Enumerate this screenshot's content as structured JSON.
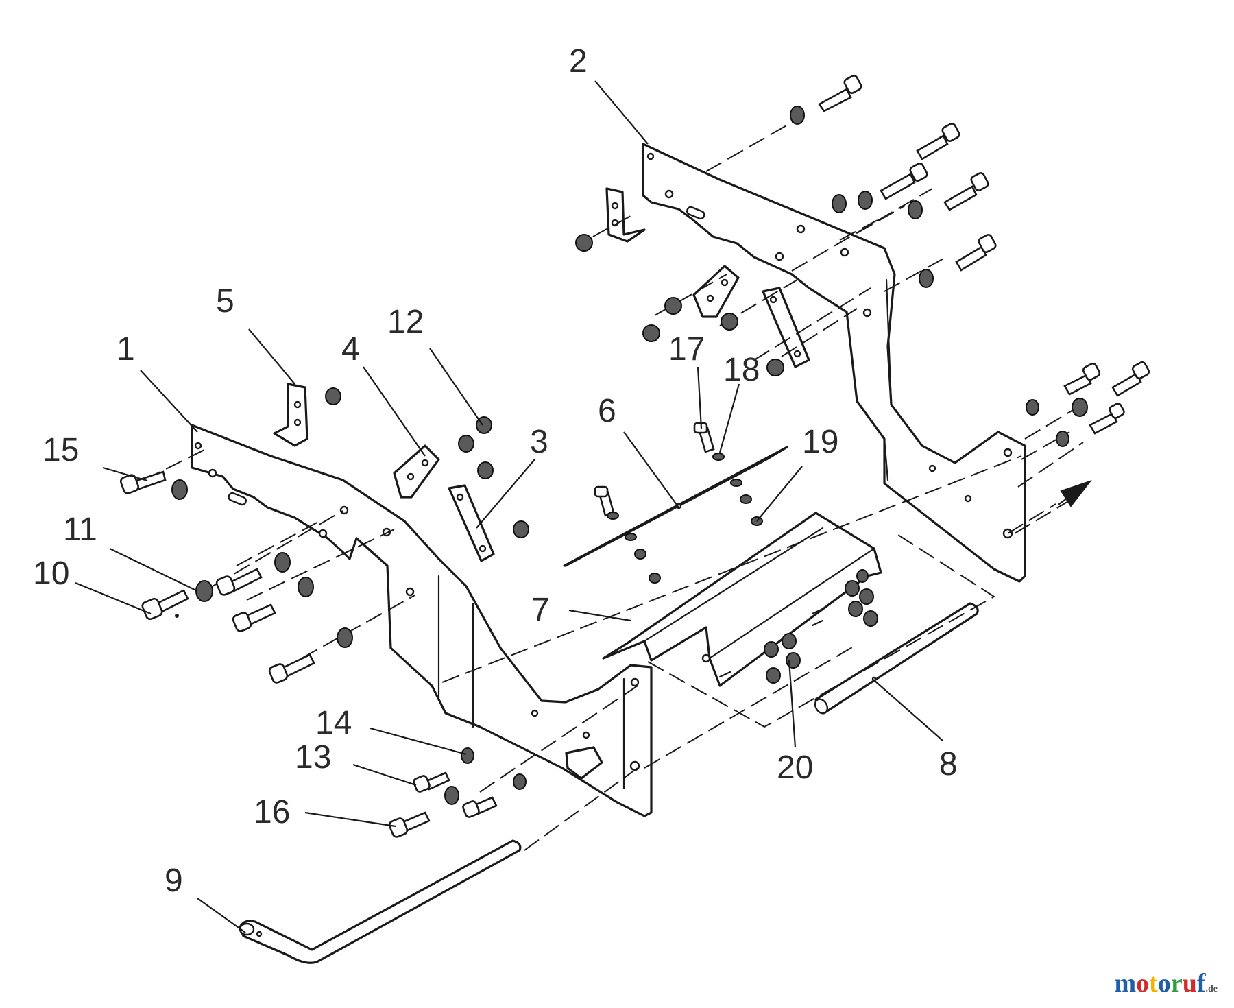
{
  "callouts": [
    {
      "id": "1",
      "text": "1"
    },
    {
      "id": "2",
      "text": "2"
    },
    {
      "id": "3",
      "text": "3"
    },
    {
      "id": "4",
      "text": "4"
    },
    {
      "id": "5",
      "text": "5"
    },
    {
      "id": "6",
      "text": "6"
    },
    {
      "id": "7",
      "text": "7"
    },
    {
      "id": "8",
      "text": "8"
    },
    {
      "id": "9",
      "text": "9"
    },
    {
      "id": "10",
      "text": "10"
    },
    {
      "id": "11",
      "text": "11"
    },
    {
      "id": "12",
      "text": "12"
    },
    {
      "id": "13",
      "text": "13"
    },
    {
      "id": "14",
      "text": "14"
    },
    {
      "id": "15",
      "text": "15"
    },
    {
      "id": "16",
      "text": "16"
    },
    {
      "id": "17",
      "text": "17"
    },
    {
      "id": "18",
      "text": "18"
    },
    {
      "id": "19",
      "text": "19"
    },
    {
      "id": "20",
      "text": "20"
    }
  ],
  "watermark": {
    "letters": [
      {
        "char": "m",
        "color": "#1f5fa8"
      },
      {
        "char": "o",
        "color": "#d22b2b"
      },
      {
        "char": "t",
        "color": "#f2b400"
      },
      {
        "char": "o",
        "color": "#1f5fa8"
      },
      {
        "char": "r",
        "color": "#2e9e3e"
      },
      {
        "char": "u",
        "color": "#d22b2b"
      },
      {
        "char": "f",
        "color": "#1f5fa8"
      }
    ],
    "suffix": ".de"
  }
}
